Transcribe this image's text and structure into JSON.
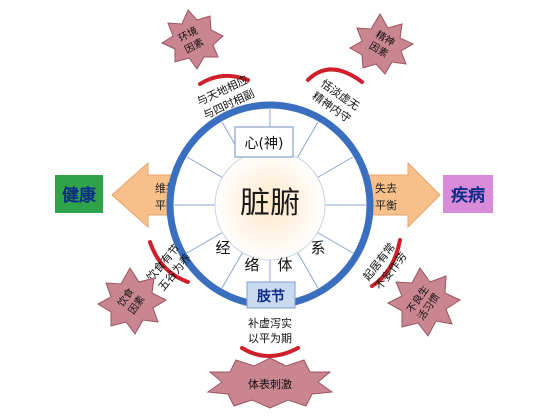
{
  "center": {
    "title": "脏腑",
    "xin_label": "心(神)",
    "jingluo_label": "经络体系",
    "zhijie_label": "肢节"
  },
  "left_arrow": {
    "line1": "维持",
    "line2": "平衡"
  },
  "right_arrow": {
    "line1": "失去",
    "line2": "平衡"
  },
  "health_label": "健康",
  "disease_label": "疾病",
  "factors": {
    "environment": {
      "line1": "环境",
      "line2": "因素"
    },
    "mental": {
      "line1": "精神",
      "line2": "因素"
    },
    "diet": {
      "line1": "饮食",
      "line2": "因素"
    },
    "lifestyle": {
      "line1": "不良生",
      "line2": "活习惯"
    },
    "external": {
      "line1": "体表刺激"
    }
  },
  "principles": {
    "heaven_earth": {
      "line1": "与天地相应",
      "line2": "与四时相副"
    },
    "tranquil": {
      "line1": "恬淡虚无",
      "line2": "精神内守"
    },
    "diet_moderate": {
      "line1": "饮食有节",
      "line2": "五谷为养"
    },
    "regular_life": {
      "line1": "起居有常",
      "line2": "不妄作劳"
    },
    "tonify": {
      "line1": "补虚泻实",
      "line2": "以平为期"
    }
  },
  "colors": {
    "ring": "#3a6fc0",
    "arrow": "#f7c08a",
    "burst": "#c98590",
    "arc": "#cf1f2a",
    "health_bg": "#2ea34a",
    "disease_bg": "#d78bd8",
    "zhijie_bg": "#c9d9f0"
  }
}
